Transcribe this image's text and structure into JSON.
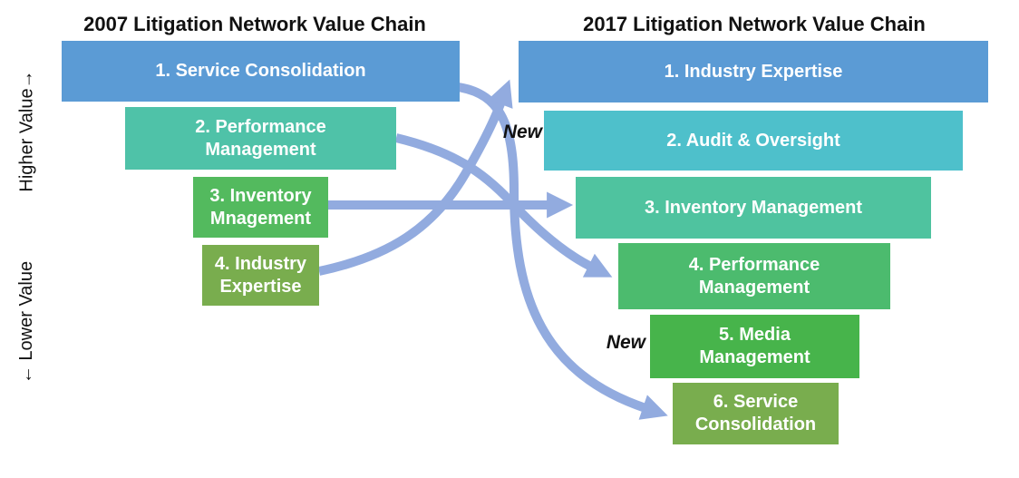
{
  "diagram": {
    "axis": {
      "higher": "Higher Value→",
      "lower": "← Lower Value"
    },
    "left": {
      "title": "2007 Litigation Network Value Chain",
      "boxes": [
        {
          "label": "1. Service Consolidation",
          "color": "#5B9BD5"
        },
        {
          "label": "2. Performance\nManagement",
          "color": "#4FC2A8"
        },
        {
          "label": "3. Inventory\nMnagement",
          "color": "#53BA5E"
        },
        {
          "label": "4. Industry\nExpertise",
          "color": "#79AD4E"
        }
      ]
    },
    "right": {
      "title": "2017 Litigation Network Value Chain",
      "boxes": [
        {
          "label": "1. Industry Expertise",
          "color": "#5B9BD5"
        },
        {
          "label": "2. Audit & Oversight",
          "color": "#4EC0CB",
          "new": "New"
        },
        {
          "label": "3. Inventory Management",
          "color": "#4FC39F"
        },
        {
          "label": "4. Performance\nManagement",
          "color": "#4CBB6E"
        },
        {
          "label": "5. Media\nManagement",
          "color": "#47B44B",
          "new": "New"
        },
        {
          "label": "6. Service\nConsolidation",
          "color": "#79AD4E"
        }
      ]
    },
    "arrows": [
      {
        "from": "2007 1. Service Consolidation",
        "to": "2017 6. Service Consolidation",
        "color": "#92ABDF"
      },
      {
        "from": "2007 2. Performance Management",
        "to": "2017 4. Performance Management",
        "color": "#92ABDF"
      },
      {
        "from": "2007 3. Inventory Mnagement",
        "to": "2017 3. Inventory Management",
        "color": "#92ABDF"
      },
      {
        "from": "2007 4. Industry Expertise",
        "to": "2017 1. Industry Expertise",
        "color": "#92ABDF"
      }
    ],
    "palette": {
      "blue": "#5B9BD5",
      "teal": "#4FC2A8",
      "cyan": "#4EC0CB",
      "seafoam": "#4FC39F",
      "green": "#53BA5E",
      "emerald": "#4CBB6E",
      "kelly_green": "#47B44B",
      "olive": "#79AD4E",
      "arrow": "#92ABDF",
      "box_text": "#FFFFFF",
      "title_text": "#111111"
    }
  }
}
